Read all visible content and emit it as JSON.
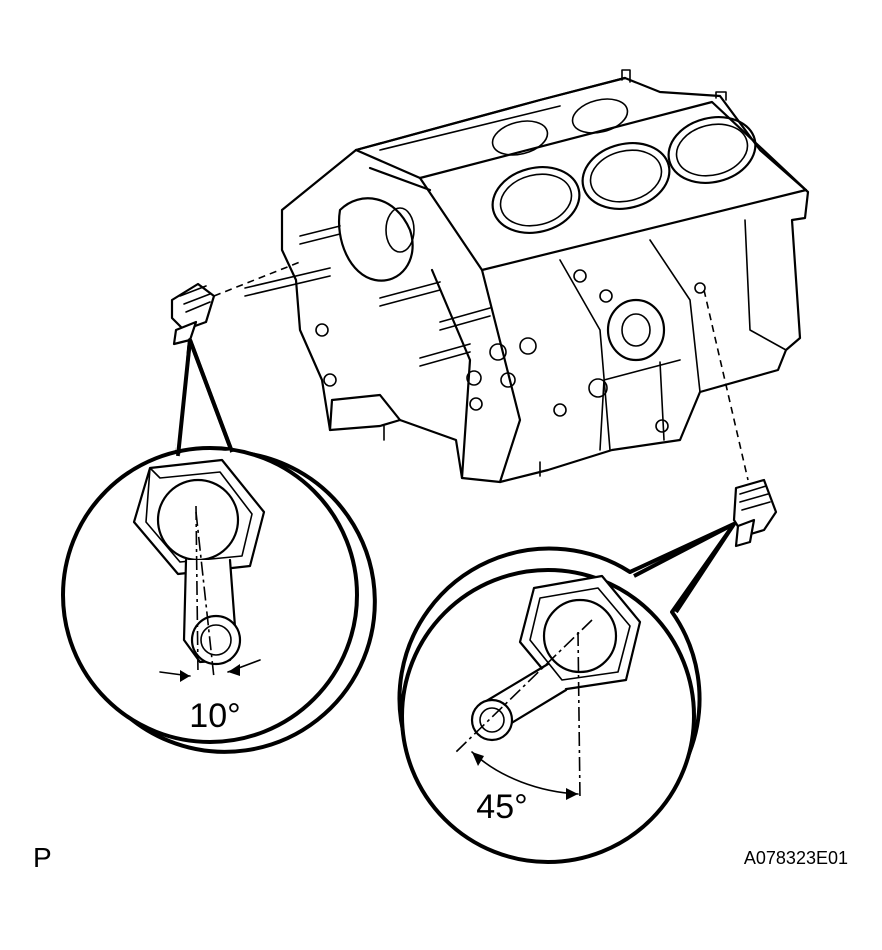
{
  "diagram": {
    "page_letter": "P",
    "figure_code": "A078323E01",
    "angle_left": "10°",
    "angle_right": "45°",
    "ink_color": "#000000",
    "paper_color": "#ffffff"
  }
}
